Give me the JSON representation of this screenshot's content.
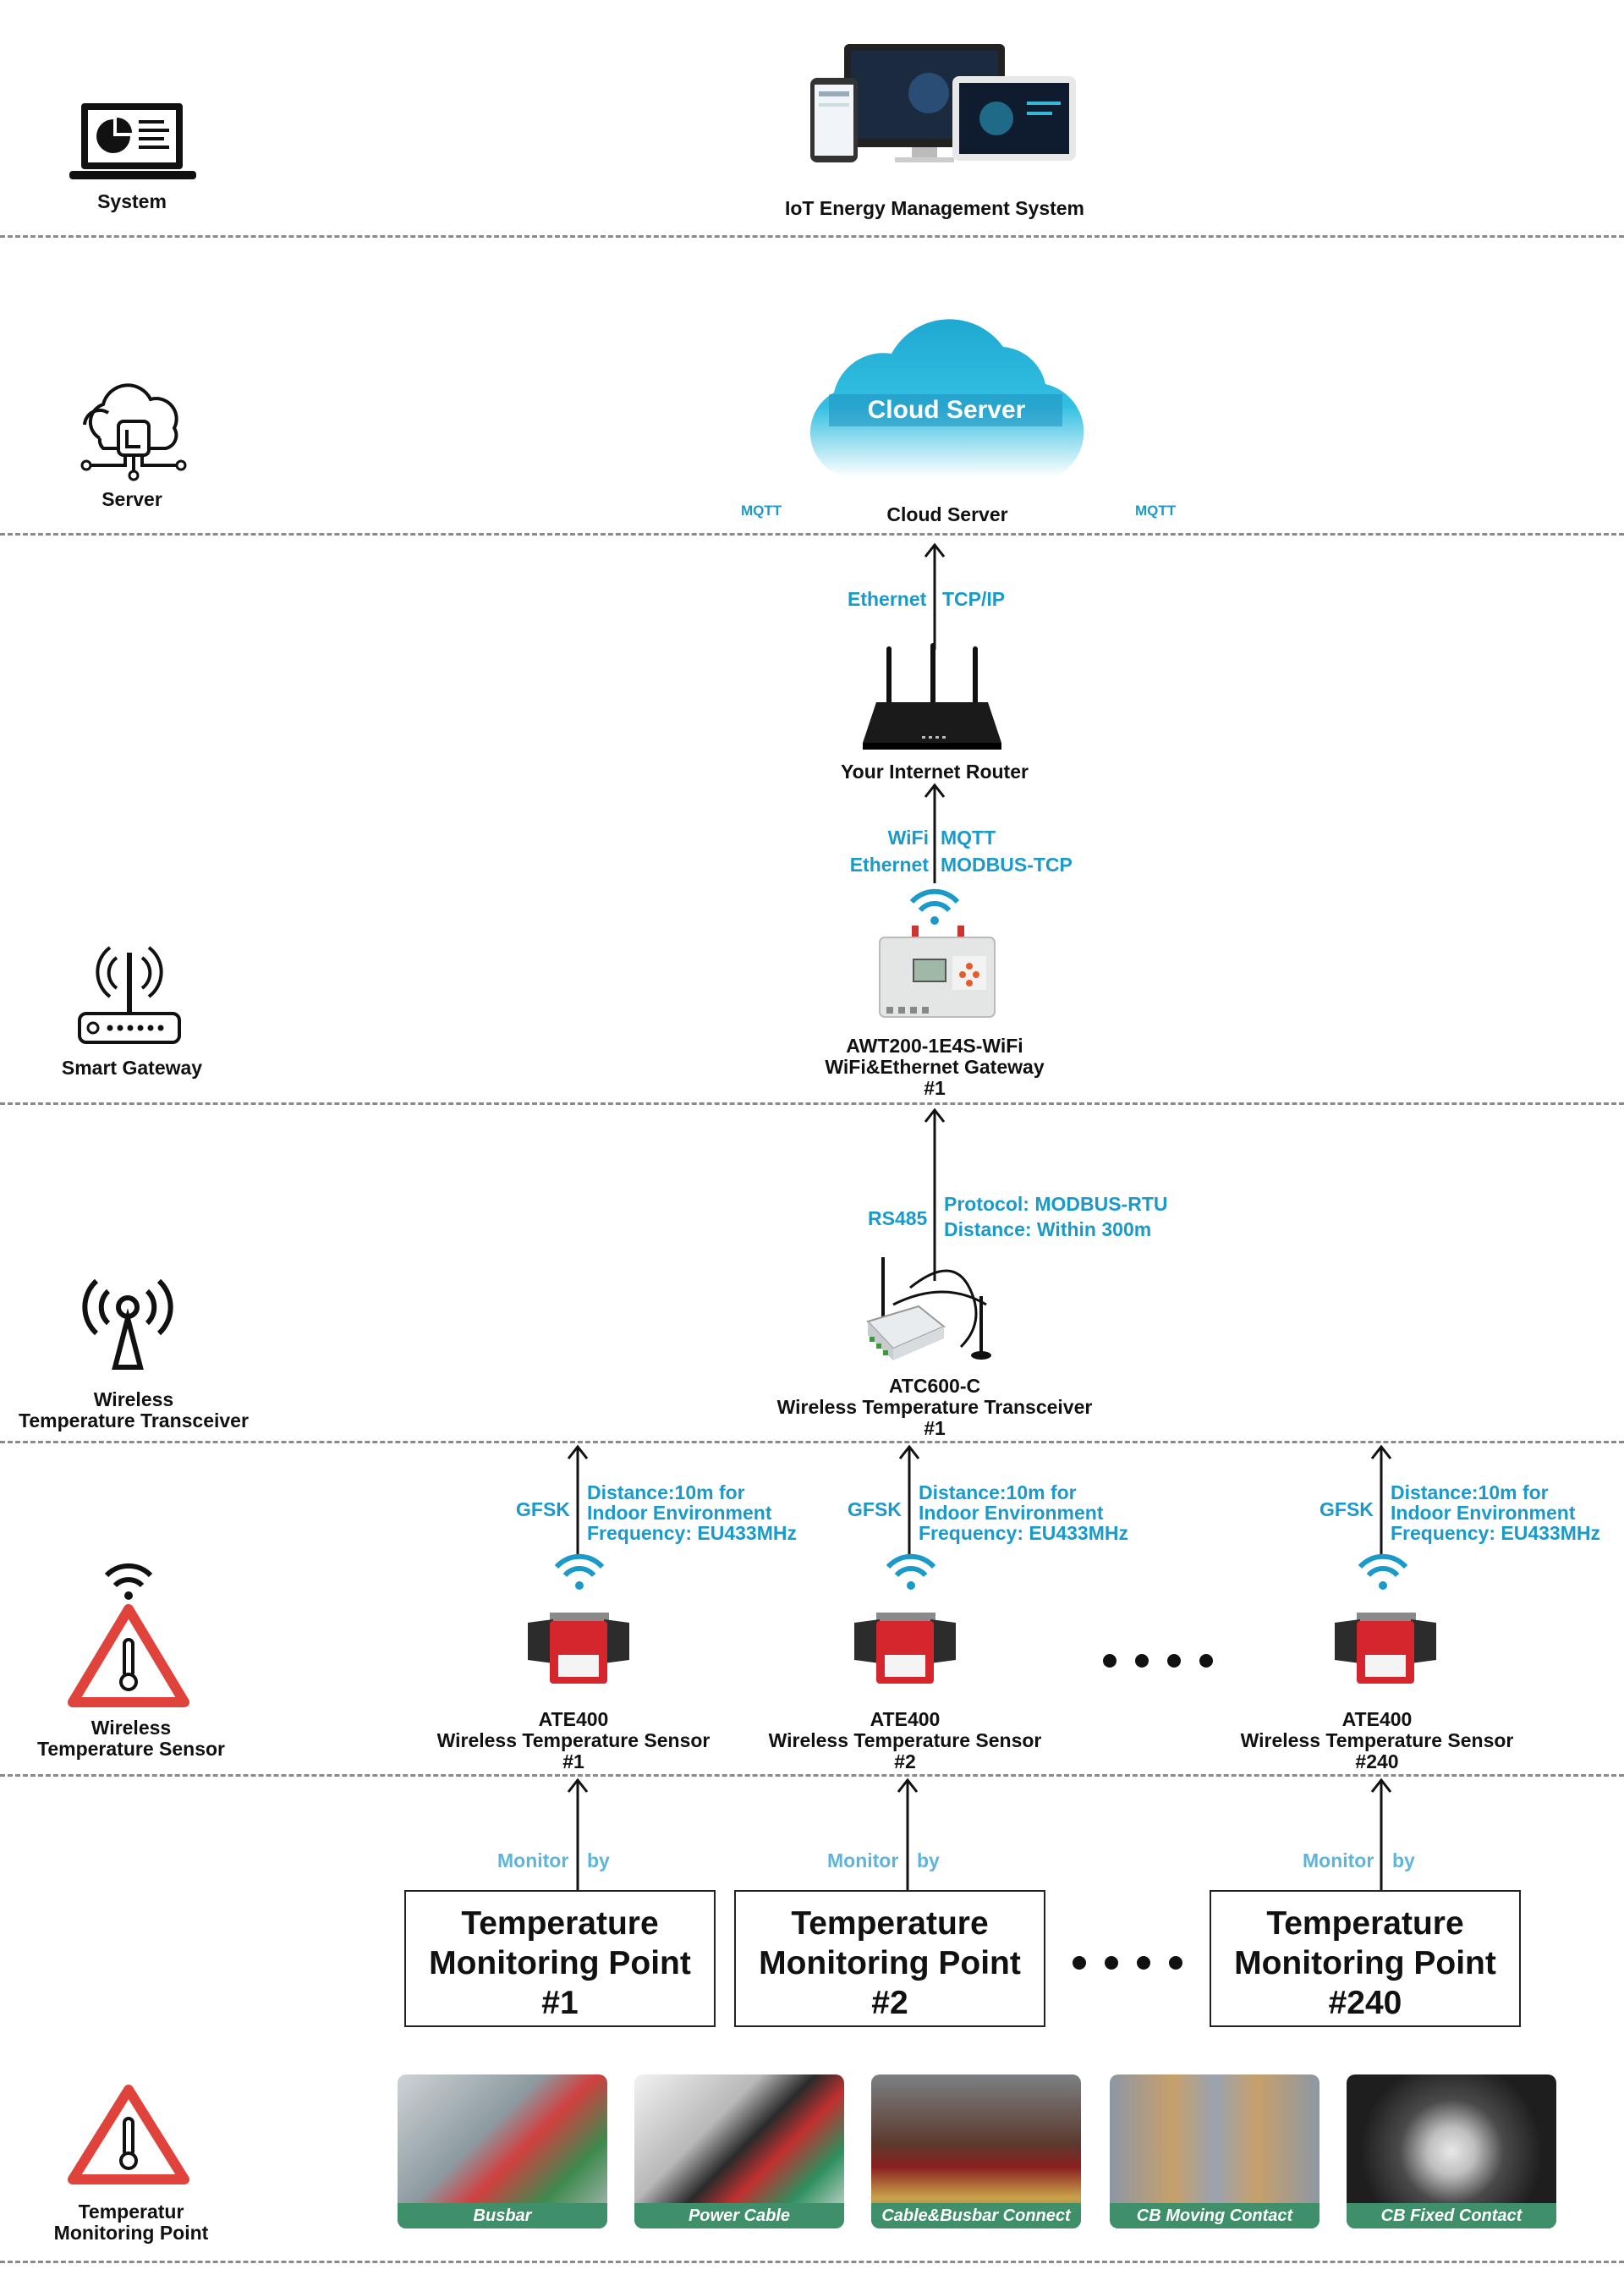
{
  "left_column": {
    "system": "System",
    "server": "Server",
    "smart_gateway": "Smart Gateway",
    "transceiver": [
      "Wireless",
      "Temperature Transceiver"
    ],
    "sensor": [
      "Wireless",
      "Temperature Sensor"
    ],
    "monitoring_point": [
      "Temperatur",
      "Monitoring Point"
    ]
  },
  "system_row": {
    "title": "IoT Energy Management System"
  },
  "server_row": {
    "cloud_text": "Cloud Server",
    "caption": "Cloud Server",
    "mqtt_left": "MQTT",
    "mqtt_right": "MQTT"
  },
  "router_row": {
    "link_left": "Ethernet",
    "link_right": "TCP/IP",
    "caption": "Your Internet Router",
    "link2_left": [
      "WiFi",
      "Ethernet"
    ],
    "link2_right": [
      "MQTT",
      "MODBUS-TCP"
    ]
  },
  "gateway_row": {
    "caption": [
      "AWT200-1E4S-WiFi",
      "WiFi&Ethernet Gateway",
      "#1"
    ]
  },
  "transceiver_row": {
    "link_left": "RS485",
    "link_right": [
      "Protocol: MODBUS-RTU",
      "Distance: Within 300m"
    ],
    "caption": [
      "ATC600-C",
      "Wireless Temperature Transceiver",
      "#1"
    ]
  },
  "sensor_row": {
    "sensors": [
      {
        "gfsk": "GFSK",
        "info": [
          "Distance:10m for",
          "Indoor Environment",
          "Frequency: EU433MHz"
        ],
        "caption": [
          "ATE400",
          "Wireless Temperature Sensor",
          "#1"
        ]
      },
      {
        "gfsk": "GFSK",
        "info": [
          "Distance:10m for",
          "Indoor Environment",
          "Frequency: EU433MHz"
        ],
        "caption": [
          "ATE400",
          "Wireless Temperature Sensor",
          "#2"
        ]
      },
      {
        "gfsk": "GFSK",
        "info": [
          "Distance:10m for",
          "Indoor Environment",
          "Frequency: EU433MHz"
        ],
        "caption": [
          "ATE400",
          "Wireless Temperature Sensor",
          "#240"
        ]
      }
    ]
  },
  "monitor_row": {
    "monitor": "Monitor",
    "by": "by",
    "points": [
      [
        "Temperature",
        "Monitoring Point",
        "#1"
      ],
      [
        "Temperature",
        "Monitoring Point",
        "#2"
      ],
      [
        "Temperature",
        "Monitoring Point",
        "#240"
      ]
    ]
  },
  "photos": [
    "Busbar",
    "Power Cable",
    "Cable&Busbar Connect",
    "CB Moving Contact",
    "CB Fixed Contact"
  ],
  "colors": {
    "accent": "#1b9ac9",
    "warning": "#e0433b",
    "divider": "#8a8a8a"
  }
}
